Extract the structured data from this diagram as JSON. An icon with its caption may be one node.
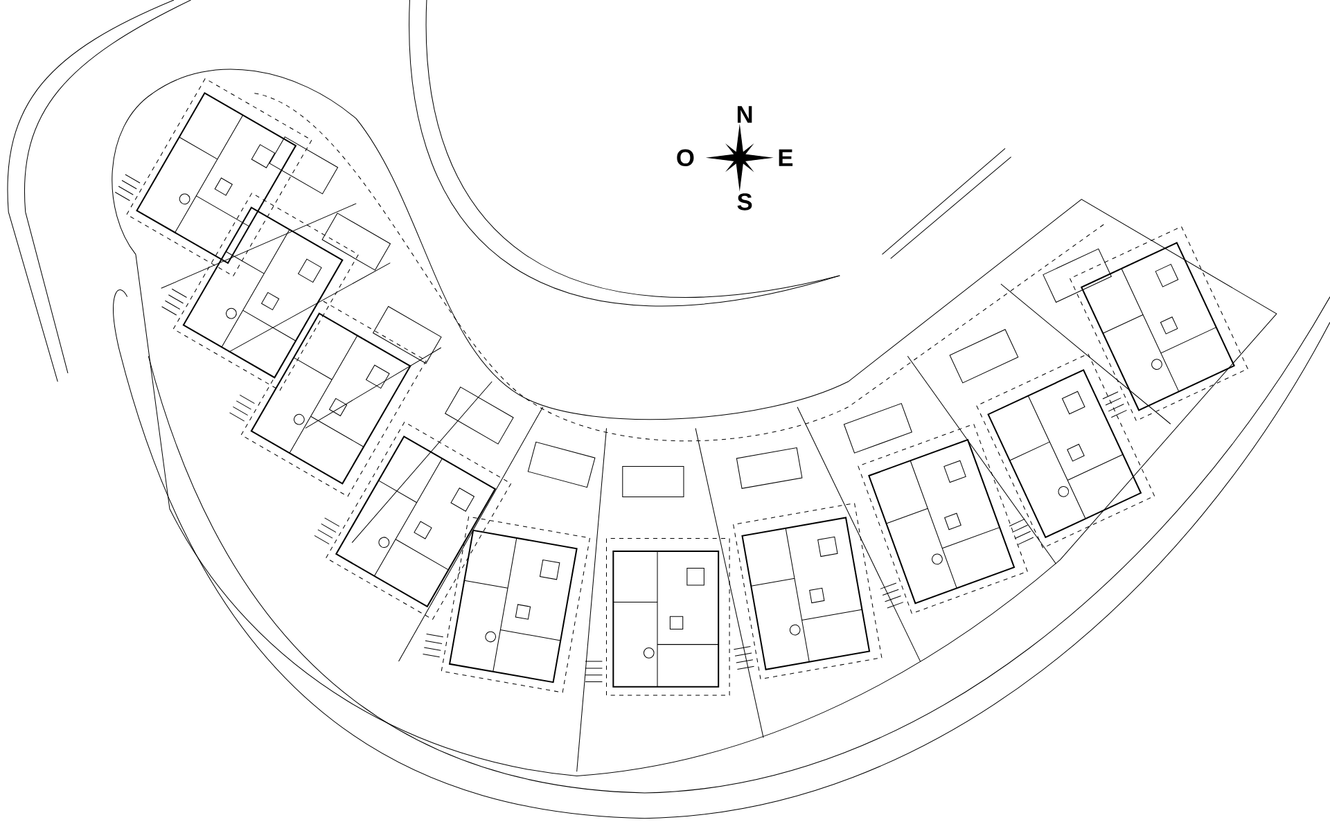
{
  "diagram": {
    "labels": [
      "N",
      "O",
      "E",
      "S"
    ]
  }
}
